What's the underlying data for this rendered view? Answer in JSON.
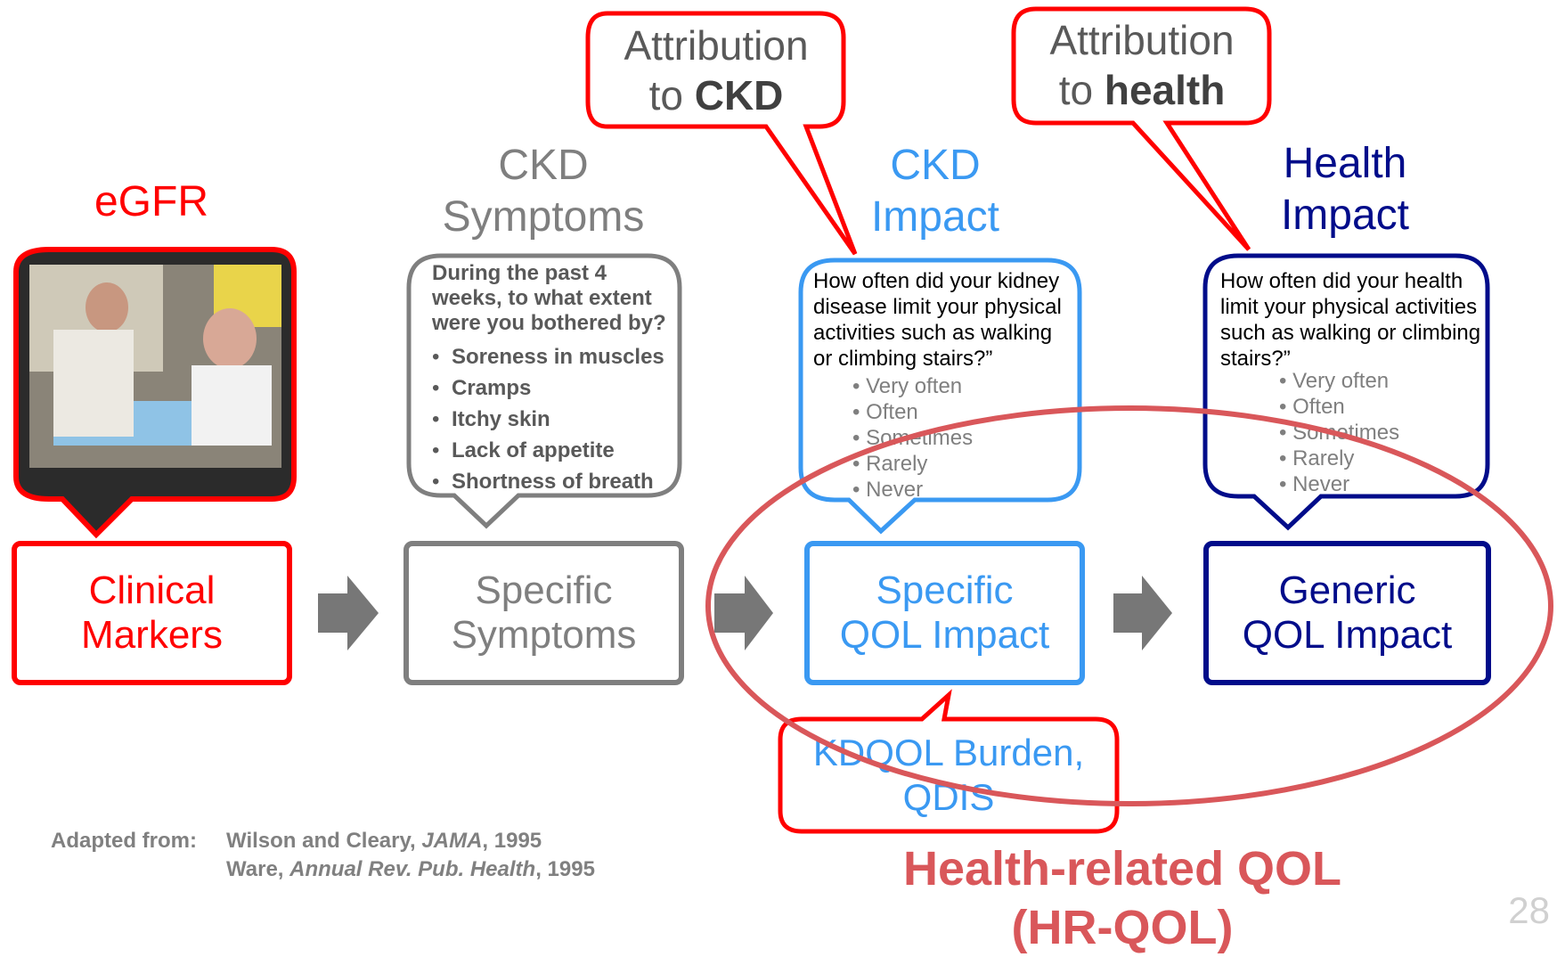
{
  "colors": {
    "red": "#ff0000",
    "gray": "#7f7f7f",
    "light_blue": "#3a99f2",
    "dark_blue": "#000c8a",
    "hrqol": "#d9575a",
    "arrow": "#777777"
  },
  "headings": {
    "egfr": "eGFR",
    "ckd_symptoms_1": "CKD",
    "ckd_symptoms_2": "Symptoms",
    "ckd_impact_1": "CKD",
    "ckd_impact_2": "Impact",
    "health_impact_1": "Health",
    "health_impact_2": "Impact"
  },
  "callouts": {
    "ckd_attr_line1": "Attribution",
    "ckd_attr_to": "to ",
    "ckd_attr_bold": "CKD",
    "health_attr_line1": "Attribution",
    "health_attr_to": "to ",
    "health_attr_bold": "health"
  },
  "symptoms_bubble": {
    "question": "During the past 4 weeks, to what extent were you bothered by?",
    "items": [
      "Soreness in muscles",
      "Cramps",
      "Itchy skin",
      "Lack of appetite",
      "Shortness of breath"
    ]
  },
  "ckd_bubble": {
    "question": "How often did your kidney disease limit your physical activities such as walking or climbing stairs?”",
    "options": [
      "• Very often",
      "• Often",
      "• Sometimes",
      "• Rarely",
      "• Never"
    ]
  },
  "health_bubble": {
    "question": "How often did your health limit your physical activities such as walking or climbing stairs?”",
    "options": [
      "• Very often",
      "• Often",
      "• Sometimes",
      "• Rarely",
      "• Never"
    ]
  },
  "boxes": {
    "clinical_1": "Clinical",
    "clinical_2": "Markers",
    "specific_symptoms_1": "Specific",
    "specific_symptoms_2": "Symptoms",
    "specific_qol_1": "Specific",
    "specific_qol_2": "QOL Impact",
    "generic_qol_1": "Generic",
    "generic_qol_2": "QOL Impact"
  },
  "kdqol": {
    "line1": "KDQOL Burden,",
    "line2": "QDIS"
  },
  "hrqol": {
    "line1": "Health-related QOL",
    "line2": "(HR-QOL)"
  },
  "citation": {
    "label": "Adapted from:",
    "line1_authors": "Wilson and Cleary, ",
    "line1_journal": "JAMA",
    "line1_year": ", 1995",
    "line2_authors": "Ware, ",
    "line2_journal": "Annual Rev. Pub. Health",
    "line2_year": ", 1995"
  },
  "page_number": "28"
}
